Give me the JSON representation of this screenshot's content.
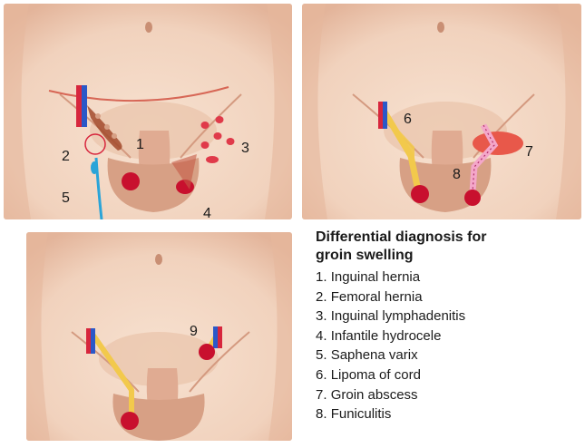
{
  "legend": {
    "title_line1": "Differential diagnosis for",
    "title_line2": "groin swelling",
    "items": [
      {
        "number": "1.",
        "label": "Inguinal hernia"
      },
      {
        "number": "2.",
        "label": "Femoral hernia"
      },
      {
        "number": "3.",
        "label": "Inguinal lymphadenitis"
      },
      {
        "number": "4.",
        "label": "Infantile hydrocele"
      },
      {
        "number": "5.",
        "label": "Saphena varix"
      },
      {
        "number": "6.",
        "label": "Lipoma of cord"
      },
      {
        "number": "7.",
        "label": "Groin abscess"
      },
      {
        "number": "8.",
        "label": "Funiculitis"
      }
    ]
  },
  "panels": {
    "top_left": {
      "markers": [
        "1",
        "2",
        "3",
        "4",
        "5"
      ]
    },
    "top_right": {
      "markers": [
        "6",
        "7",
        "8"
      ]
    },
    "bottom_left": {
      "markers": [
        "9"
      ]
    }
  },
  "colors": {
    "skin_light": "#f4d9c6",
    "skin_shade": "#d9a98e",
    "testis_red": "#c8102e",
    "cord_yellow": "#f2c94c",
    "ring_red": "#d7263d",
    "ring_blue": "#2b58c8",
    "vein_blue": "#2aa4d8",
    "abscess": "#e8584a",
    "lymph_node": "#e03a4a",
    "funiculitis_pink": "#f4a7c9"
  }
}
